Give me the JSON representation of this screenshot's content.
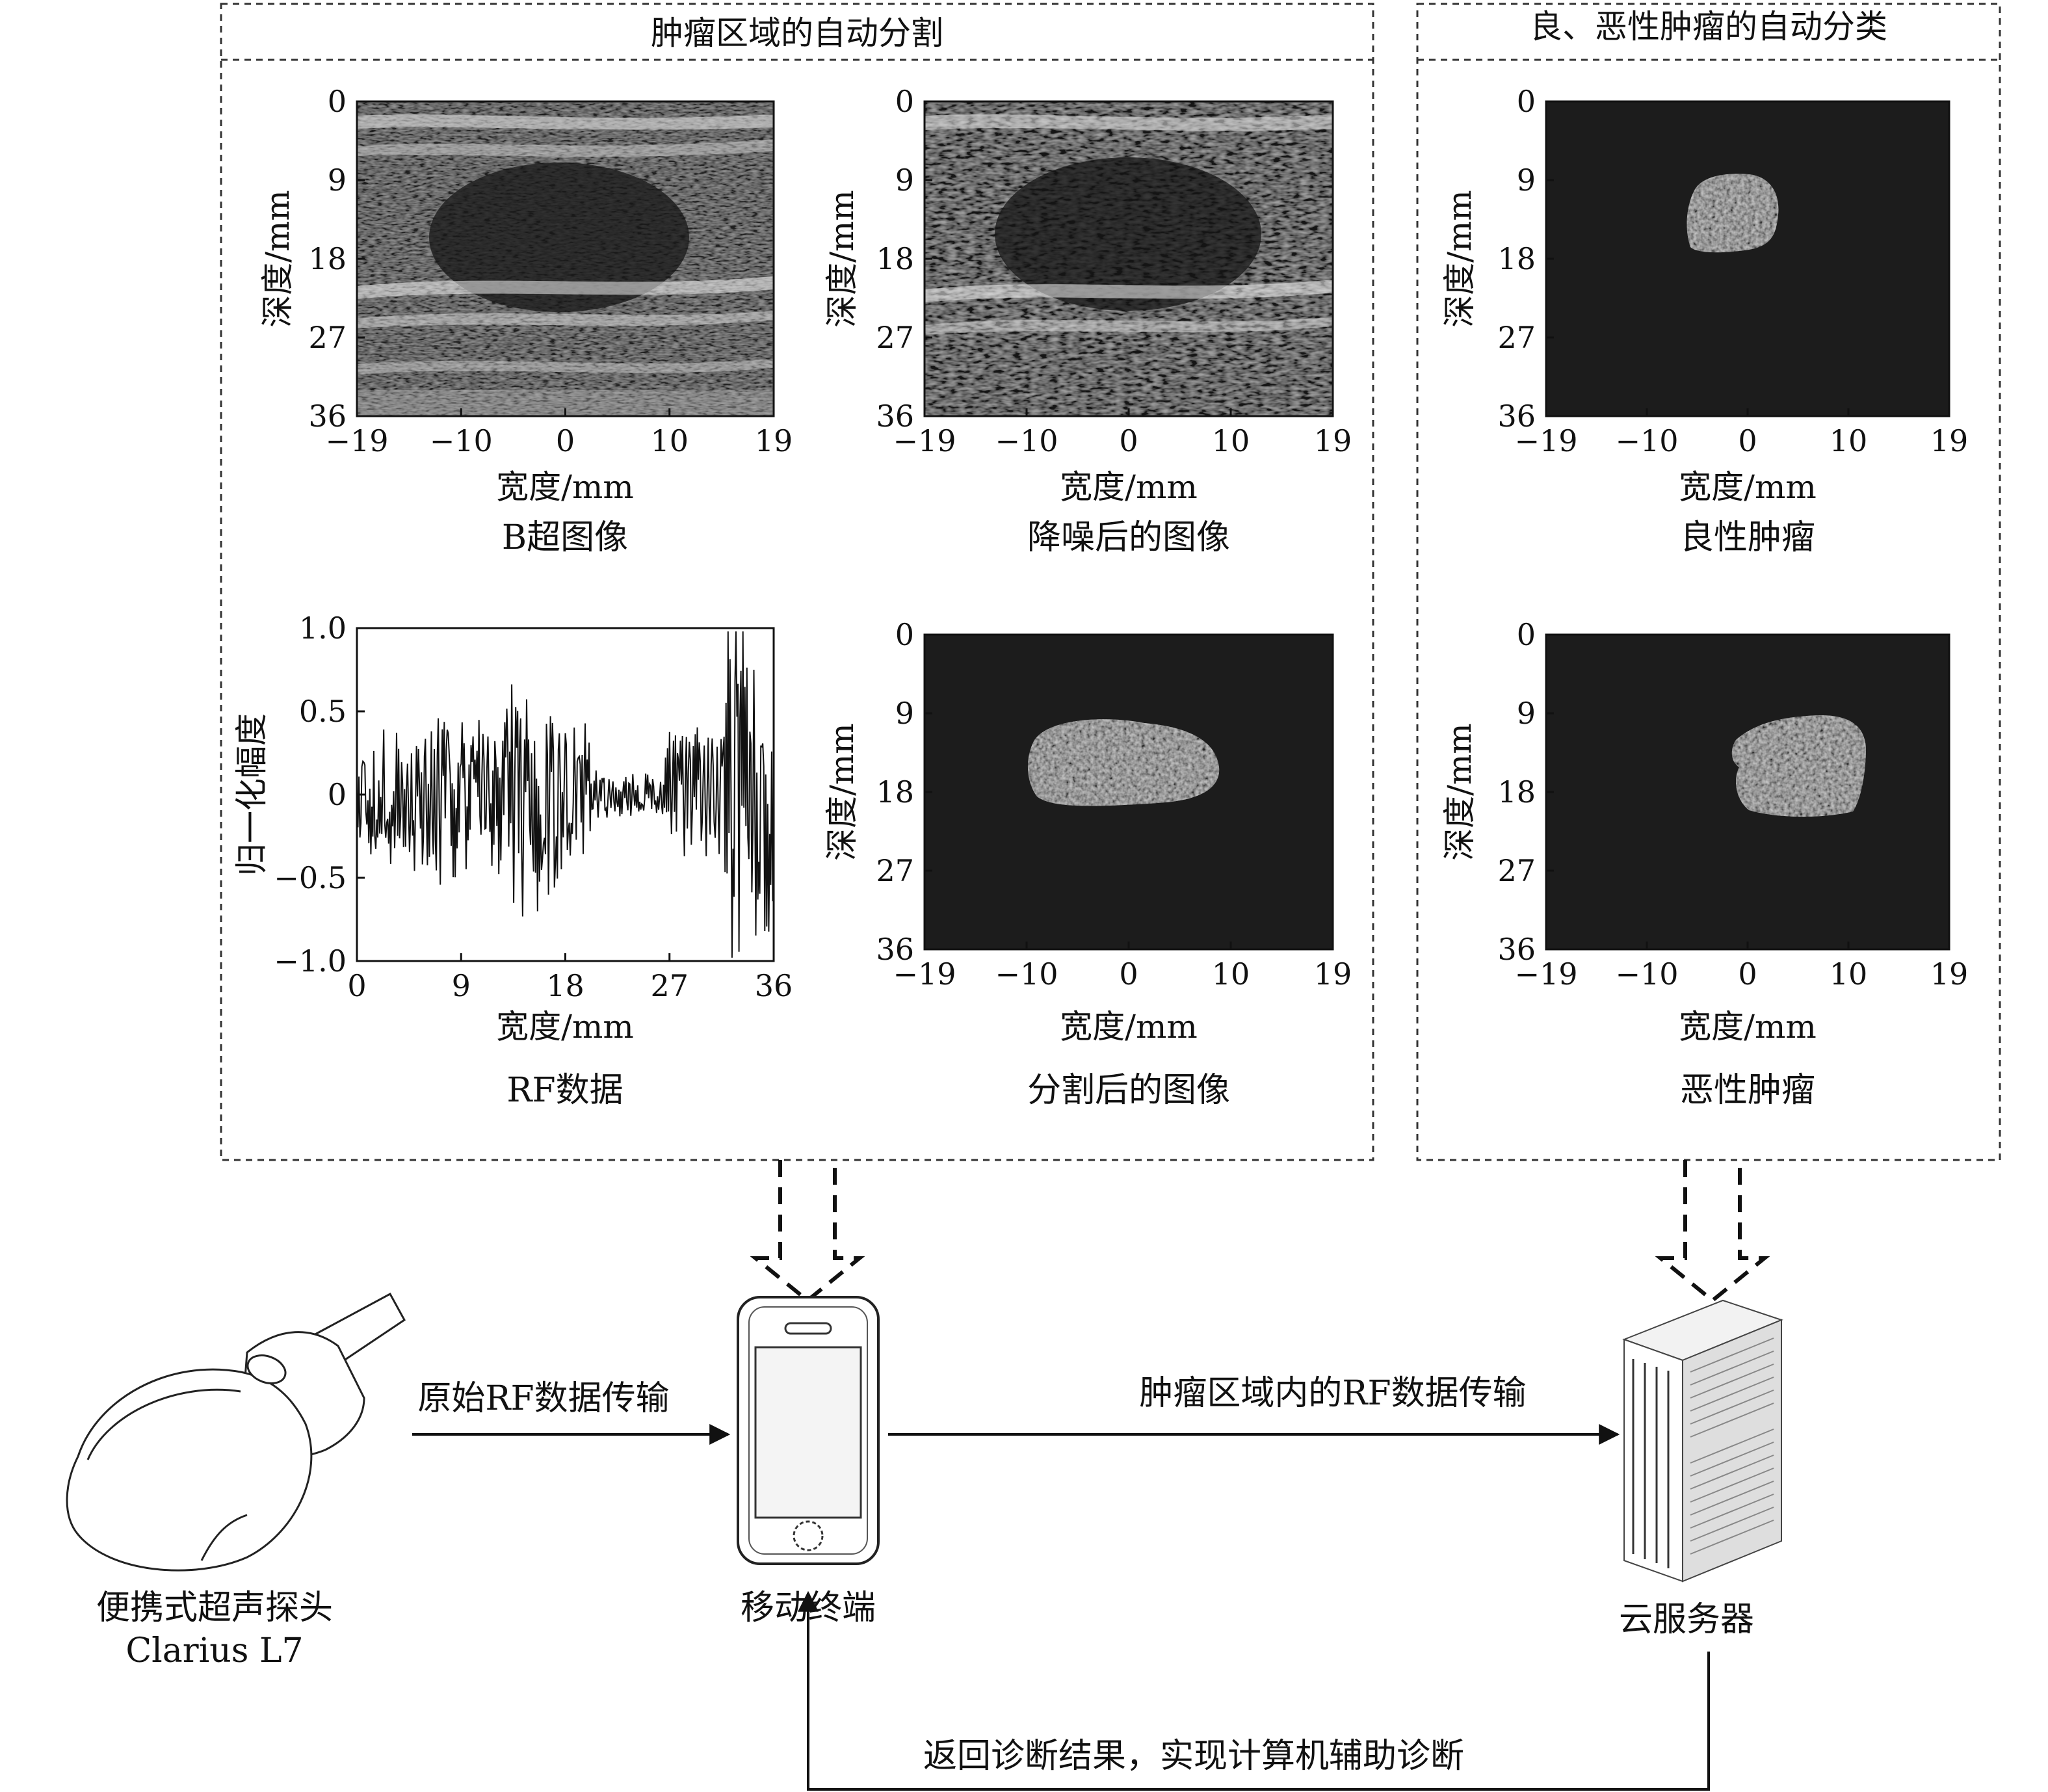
{
  "sections": {
    "segmentation_title": "肿瘤区域的自动分割",
    "classification_title": "良、恶性肿瘤的自动分类"
  },
  "panels": {
    "bmode": {
      "caption": "B超图像",
      "xlabel": "宽度/mm",
      "ylabel": "深度/mm",
      "xticks": [
        "−19",
        "−10",
        "0",
        "10",
        "19"
      ],
      "yticks": [
        "0",
        "9",
        "18",
        "27",
        "36"
      ]
    },
    "denoised": {
      "caption": "降噪后的图像",
      "xlabel": "宽度/mm",
      "ylabel": "深度/mm",
      "xticks": [
        "−19",
        "−10",
        "0",
        "10",
        "19"
      ],
      "yticks": [
        "0",
        "9",
        "18",
        "27",
        "36"
      ]
    },
    "rf": {
      "caption": "RF数据",
      "xlabel": "宽度/mm",
      "ylabel": "归一化幅度",
      "xticks": [
        "0",
        "9",
        "18",
        "27",
        "36"
      ],
      "yticks": [
        "1.0",
        "0.5",
        "0",
        "−0.5",
        "−1.0"
      ]
    },
    "segmented": {
      "caption": "分割后的图像",
      "xlabel": "宽度/mm",
      "ylabel": "深度/mm",
      "xticks": [
        "−19",
        "−10",
        "0",
        "10",
        "19"
      ],
      "yticks": [
        "0",
        "9",
        "18",
        "27",
        "36"
      ]
    },
    "benign": {
      "caption": "良性肿瘤",
      "xlabel": "宽度/mm",
      "ylabel": "深度/mm",
      "xticks": [
        "−19",
        "−10",
        "0",
        "10",
        "19"
      ],
      "yticks": [
        "0",
        "9",
        "18",
        "27",
        "36"
      ]
    },
    "malignant": {
      "caption": "恶性肿瘤",
      "xlabel": "宽度/mm",
      "ylabel": "深度/mm",
      "xticks": [
        "−19",
        "−10",
        "0",
        "10",
        "19"
      ],
      "yticks": [
        "0",
        "9",
        "18",
        "27",
        "36"
      ]
    }
  },
  "devices": {
    "probe_line1": "便携式超声探头",
    "probe_line2": "Clarius L7",
    "phone": "移动终端",
    "server": "云服务器"
  },
  "flows": {
    "raw_rf": "原始RF数据传输",
    "tumor_rf": "肿瘤区域内的RF数据传输",
    "return": "返回诊断结果，实现计算机辅助诊断"
  },
  "icons": {
    "probe": "ultrasound-probe-icon",
    "phone": "smartphone-icon",
    "server": "server-rack-icon"
  },
  "colors": {
    "ink": "#111111",
    "mask_background": "#1c1c1c",
    "tissue_light": "#e6e6e6"
  }
}
